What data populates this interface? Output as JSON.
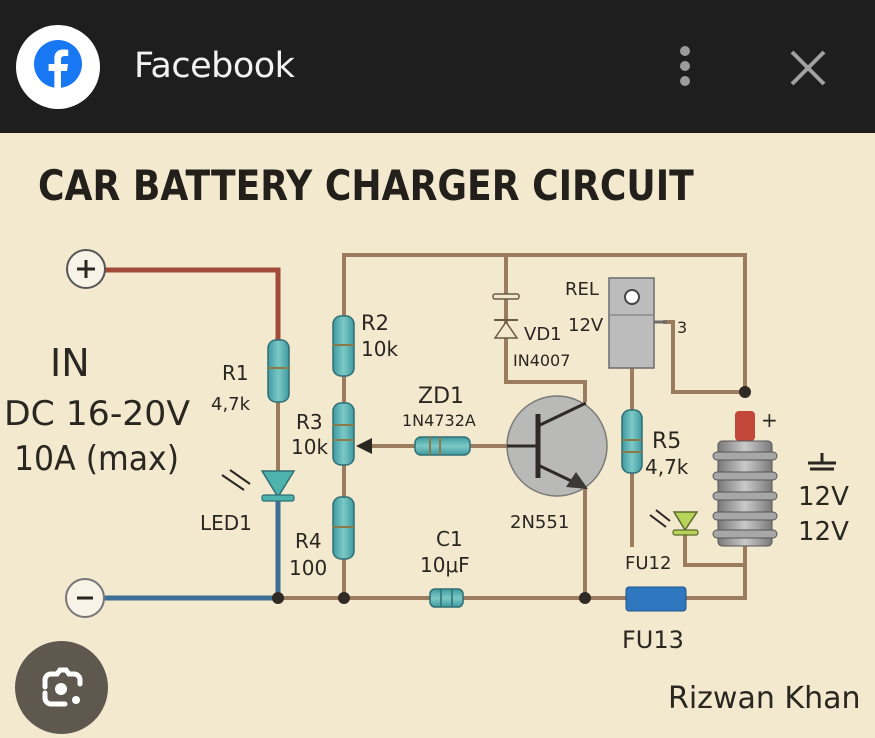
{
  "header": {
    "app_title": "Facebook",
    "logo_icon": "facebook-logo-icon",
    "more_icon": "more-vertical-icon",
    "close_icon": "close-icon",
    "brand_color": "#1877f2"
  },
  "diagram": {
    "title": "CAR BATTERY CHARGER CIRCUIT",
    "input": {
      "heading": "IN",
      "voltage": "DC 16-20V",
      "current": "10A (max)",
      "plus_terminal": "+",
      "minus_terminal": "−"
    },
    "components": {
      "r1": {
        "name": "R1",
        "value": "4,7k"
      },
      "r2": {
        "name": "R2",
        "value": "10k"
      },
      "r3": {
        "name": "R3",
        "value": "10k"
      },
      "r4": {
        "name": "R4",
        "value": "100"
      },
      "r5": {
        "name": "R5",
        "value": "4,7k"
      },
      "led1": {
        "name": "LED1"
      },
      "zd1": {
        "name": "ZD1",
        "value": "1N4732A"
      },
      "vd1": {
        "name": "VD1",
        "value": "IN4007"
      },
      "rel": {
        "name": "REL",
        "value": "12V",
        "pin": "3"
      },
      "transistor": {
        "name": "2N551"
      },
      "c1": {
        "name": "C1",
        "value": "10μF"
      },
      "fu12": {
        "name": "FU12"
      },
      "fu13": {
        "name": "FU13"
      },
      "battery": {
        "plus": "+",
        "label1": "12V",
        "label2": "12V"
      }
    },
    "credit": "Rizwan Khan"
  },
  "overlay": {
    "lens_icon": "google-lens-icon"
  }
}
